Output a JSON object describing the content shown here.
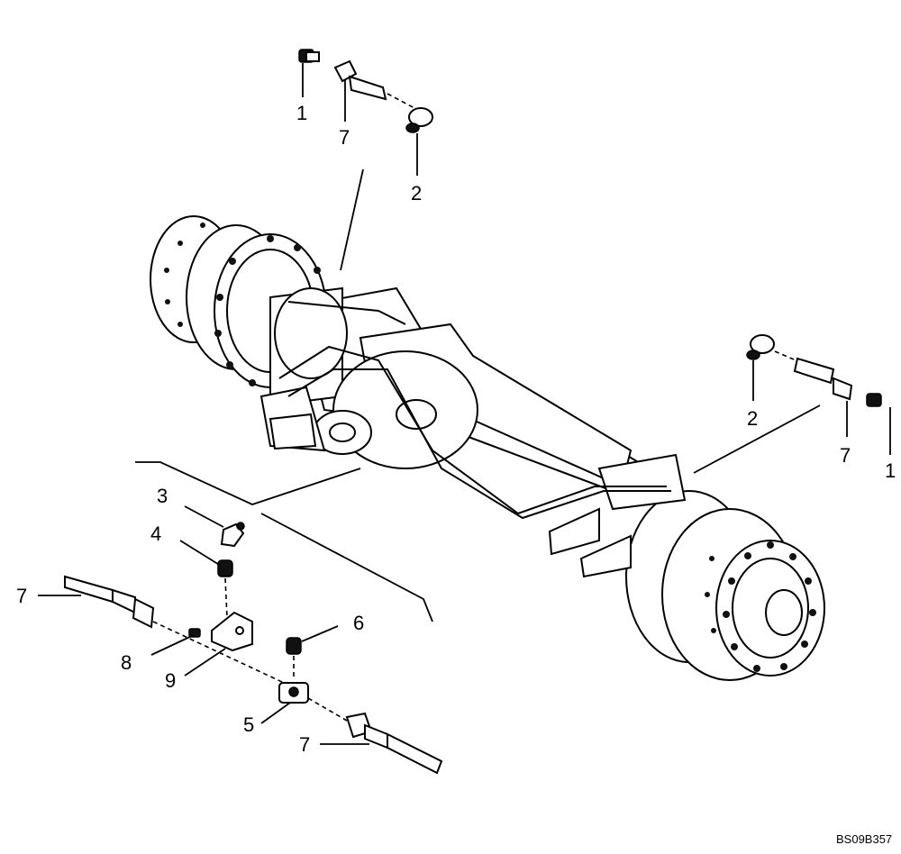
{
  "callouts": {
    "c1a": "1",
    "c7a": "7",
    "c2a": "2",
    "c2b": "2",
    "c7b": "7",
    "c1b": "1",
    "c3": "3",
    "c4": "4",
    "c7c": "7",
    "c8": "8",
    "c9": "9",
    "c6": "6",
    "c5": "5",
    "c7d": "7"
  },
  "figure_code": "BS09B357"
}
